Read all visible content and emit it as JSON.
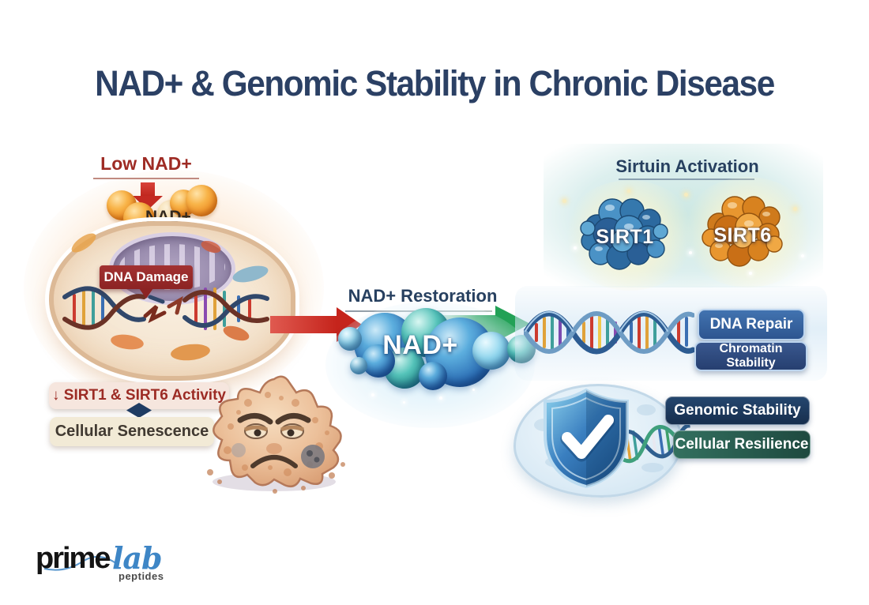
{
  "title": "NAD+ & Genomic Stability in Chronic Disease",
  "left": {
    "low_nad_heading": "Low NAD+",
    "nad_molecules_label": "NAD+",
    "dna_damage_badge": "DNA Damage",
    "sirt_activity_pill": "↓ SIRT1 & SIRT6 Activity",
    "senescence_pill": "Cellular Senescence"
  },
  "center": {
    "restoration_heading": "NAD+ Restoration",
    "nad_bubble_label": "NAD+"
  },
  "right": {
    "sirtuin_heading": "Sirtuin Activation",
    "sirt1_label": "SIRT1",
    "sirt6_label": "SIRT6",
    "dna_repair_button": "DNA Repair",
    "chromatin_button": "Chromatin Stability",
    "genomic_button": "Genomic Stability",
    "resilience_button": "Cellular Resilience"
  },
  "logo": {
    "prime": "prime",
    "lab": "lab",
    "peptides": "peptides"
  },
  "colors": {
    "title_navy": "#2b4064",
    "alert_red": "#9e2b24",
    "arrow_red": "#c5241c",
    "arrow_green": "#22a156",
    "nad_orange": "#ec8a22",
    "nad_blue": "#2a6cb4",
    "sirt1_blue": "#3578ad",
    "sirt6_orange": "#d8821f",
    "dna_repair_blue": "#335f9e",
    "genomic_navy": "#1d3a5f",
    "resilience_green": "#2d6355",
    "logo_blue": "#3e86c6"
  }
}
